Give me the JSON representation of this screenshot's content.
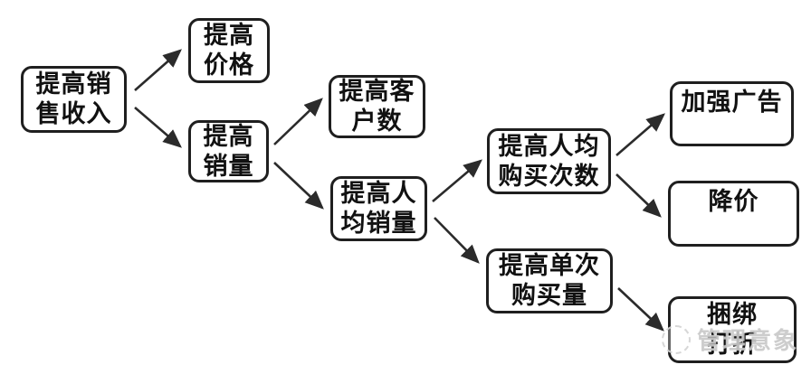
{
  "colors": {
    "background": "#ffffff",
    "box_border": "#1f1f1f",
    "box_fill": "#ffffff",
    "text": "#111111",
    "arrow": "#2b2b2b",
    "watermark": "#c9c9c9"
  },
  "nodes": [
    {
      "id": "sales-revenue",
      "lines": [
        "提高销",
        "售收入"
      ]
    },
    {
      "id": "raise-price",
      "lines": [
        "提高",
        "价格"
      ]
    },
    {
      "id": "raise-volume",
      "lines": [
        "提高",
        "销量"
      ]
    },
    {
      "id": "raise-customer-count",
      "lines": [
        "提高客",
        "户数"
      ]
    },
    {
      "id": "raise-per-capita-volume",
      "lines": [
        "提高人",
        "均销量"
      ]
    },
    {
      "id": "raise-purchase-frequency",
      "lines": [
        "提高人均",
        "购买次数"
      ]
    },
    {
      "id": "strengthen-advertising",
      "lines": [
        "加强广告"
      ]
    },
    {
      "id": "price-cut",
      "lines": [
        "降价"
      ]
    },
    {
      "id": "raise-single-purchase",
      "lines": [
        "提高单次",
        "购买量"
      ]
    },
    {
      "id": "bundle-discount",
      "lines": [
        "捆绑",
        "打折"
      ]
    }
  ],
  "edges": [
    {
      "from": "sales-revenue",
      "to": "raise-price"
    },
    {
      "from": "sales-revenue",
      "to": "raise-volume"
    },
    {
      "from": "raise-volume",
      "to": "raise-customer-count"
    },
    {
      "from": "raise-volume",
      "to": "raise-per-capita-volume"
    },
    {
      "from": "raise-per-capita-volume",
      "to": "raise-purchase-frequency"
    },
    {
      "from": "raise-per-capita-volume",
      "to": "raise-single-purchase"
    },
    {
      "from": "raise-purchase-frequency",
      "to": "strengthen-advertising"
    },
    {
      "from": "raise-purchase-frequency",
      "to": "price-cut"
    },
    {
      "from": "raise-single-purchase",
      "to": "bundle-discount"
    }
  ],
  "watermark": {
    "text": "管理意象",
    "logo": "dashed-circle-logo"
  }
}
